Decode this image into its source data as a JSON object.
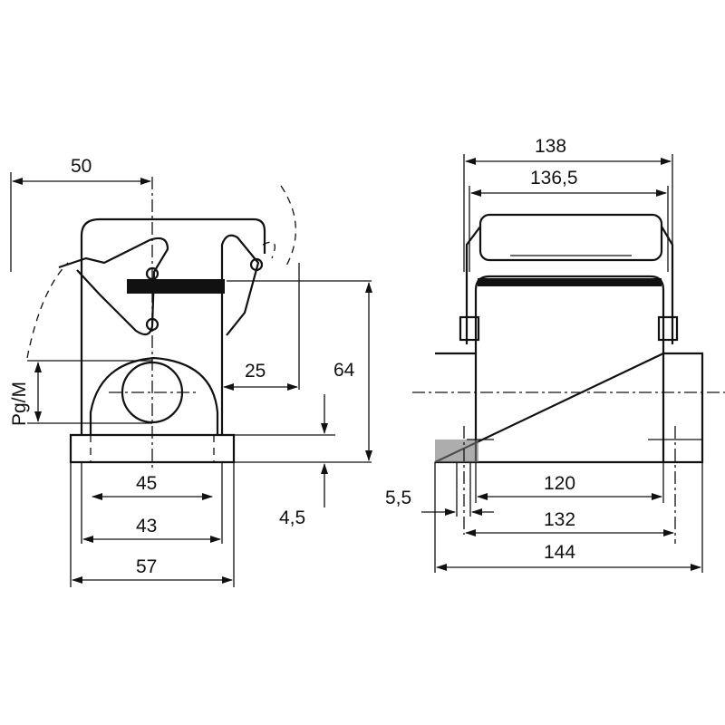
{
  "drawing": {
    "side_view": {
      "dims": {
        "width_top": "50",
        "thread": "Pg/M",
        "lever_offset": "25",
        "height": "64",
        "base_thickness": "4,5",
        "hole_spacing": "45",
        "inner_width": "43",
        "base_width": "57"
      }
    },
    "front_view": {
      "dims": {
        "overall_top": "138",
        "cover_width": "136,5",
        "hole_dia": "5,5",
        "inner_width": "120",
        "hole_spacing": "132",
        "base_width": "144"
      }
    }
  }
}
